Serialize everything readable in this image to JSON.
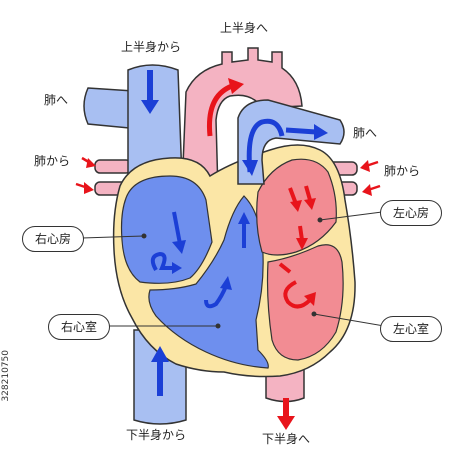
{
  "labels": {
    "upper_body_from": "上半身から",
    "upper_body_to": "上半身へ",
    "to_lungs_left": "肺へ",
    "to_lungs_right": "肺へ",
    "from_lungs_left": "肺から",
    "from_lungs_right": "肺から",
    "lower_body_from": "下半身から",
    "lower_body_to": "下半身へ"
  },
  "chambers": {
    "right_atrium": "右心房",
    "right_ventricle": "右心室",
    "left_atrium": "左心房",
    "left_ventricle": "左心室"
  },
  "stock_id": "328210750",
  "colors": {
    "deoxygenated": "#6e8fee",
    "deoxygenated_vessel": "#a8bff2",
    "oxygenated": "#f28c93",
    "oxygenated_vessel": "#f4b3c2",
    "heart_wall": "#fbe6a6",
    "arrow_blue": "#1b3fd6",
    "arrow_red": "#e8141b"
  }
}
